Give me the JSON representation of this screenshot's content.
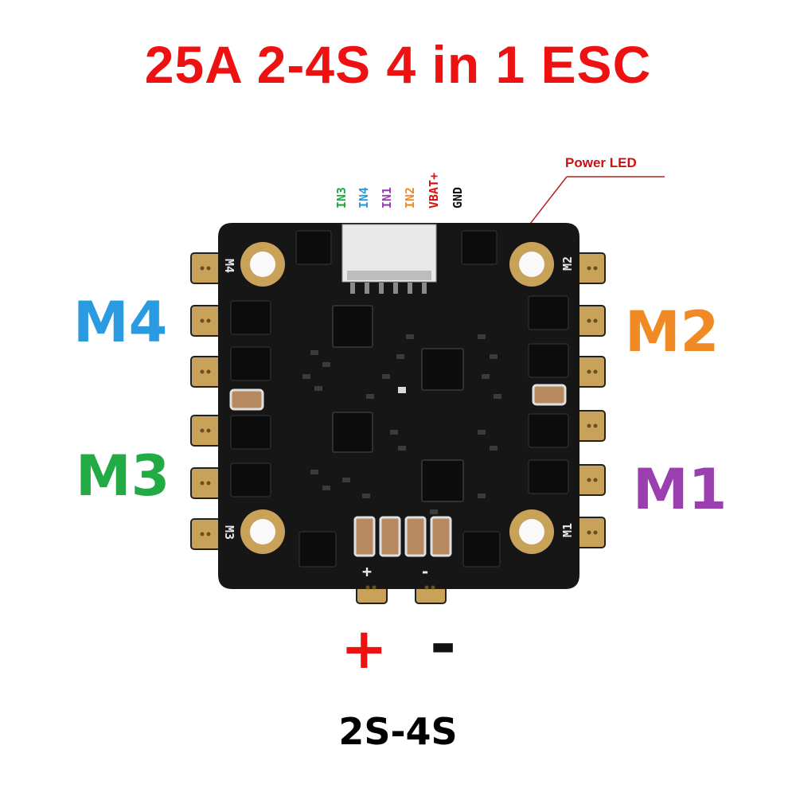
{
  "title": {
    "text": "25A 2-4S 4 in 1 ESC",
    "color": "#ee1111"
  },
  "motors": {
    "m4": {
      "text": "M4",
      "color": "#2a9be0"
    },
    "m3": {
      "text": "M3",
      "color": "#22aa44"
    },
    "m2": {
      "text": "M2",
      "color": "#f08a24"
    },
    "m1": {
      "text": "M1",
      "color": "#9a3fb0"
    }
  },
  "signal_pins": [
    {
      "text": "IN3",
      "color": "#22aa44"
    },
    {
      "text": "IN4",
      "color": "#2a9be0"
    },
    {
      "text": "IN1",
      "color": "#9a3fb0"
    },
    {
      "text": "IN2",
      "color": "#f08a24"
    },
    {
      "text": "VBAT+",
      "color": "#dd1111"
    },
    {
      "text": "GND",
      "color": "#111111"
    }
  ],
  "power_led_label": {
    "text": "Power LED",
    "color": "#cc1111"
  },
  "board_silkscreen": {
    "m4": "M4",
    "m2": "M2",
    "m3": "M3",
    "m1": "M1"
  },
  "power_input": {
    "plus": {
      "text": "+",
      "color": "#ee1111"
    },
    "minus": {
      "text": "-",
      "color": "#111111"
    },
    "voltage": "2S-4S"
  },
  "colors": {
    "pcb": "#161616",
    "pad": "#c9a25a",
    "chip": "#0c0c0c"
  }
}
